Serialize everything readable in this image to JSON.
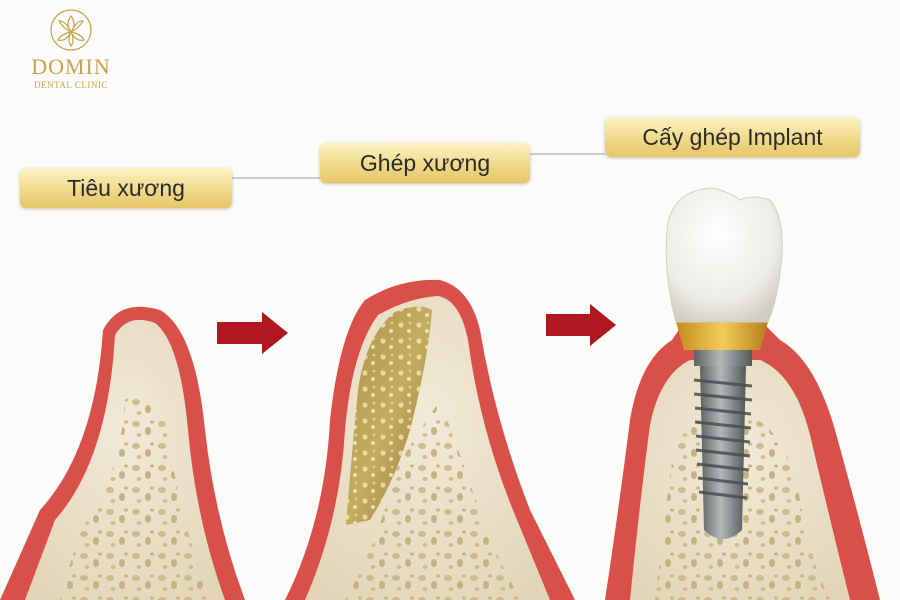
{
  "logo": {
    "name": "DOMIN",
    "subtitle": "DENTAL CLINIC",
    "icon": "lotus-flower-icon",
    "color": "#c9a24a"
  },
  "stages": [
    {
      "label": "Tiêu xương"
    },
    {
      "label": "Ghép xương"
    },
    {
      "label": "Cấy ghép Implant"
    }
  ],
  "arrows": [
    {
      "icon": "right-arrow-icon",
      "color": "#b0171f"
    },
    {
      "icon": "right-arrow-icon",
      "color": "#b0171f"
    }
  ],
  "colors": {
    "gum": "#d9504a",
    "bone": "#ece3cf",
    "graft": "#b59e4c",
    "label_gold": "#f0d98a",
    "implant_metal": "#8a8d8e",
    "crown": "#f4f3ee"
  }
}
